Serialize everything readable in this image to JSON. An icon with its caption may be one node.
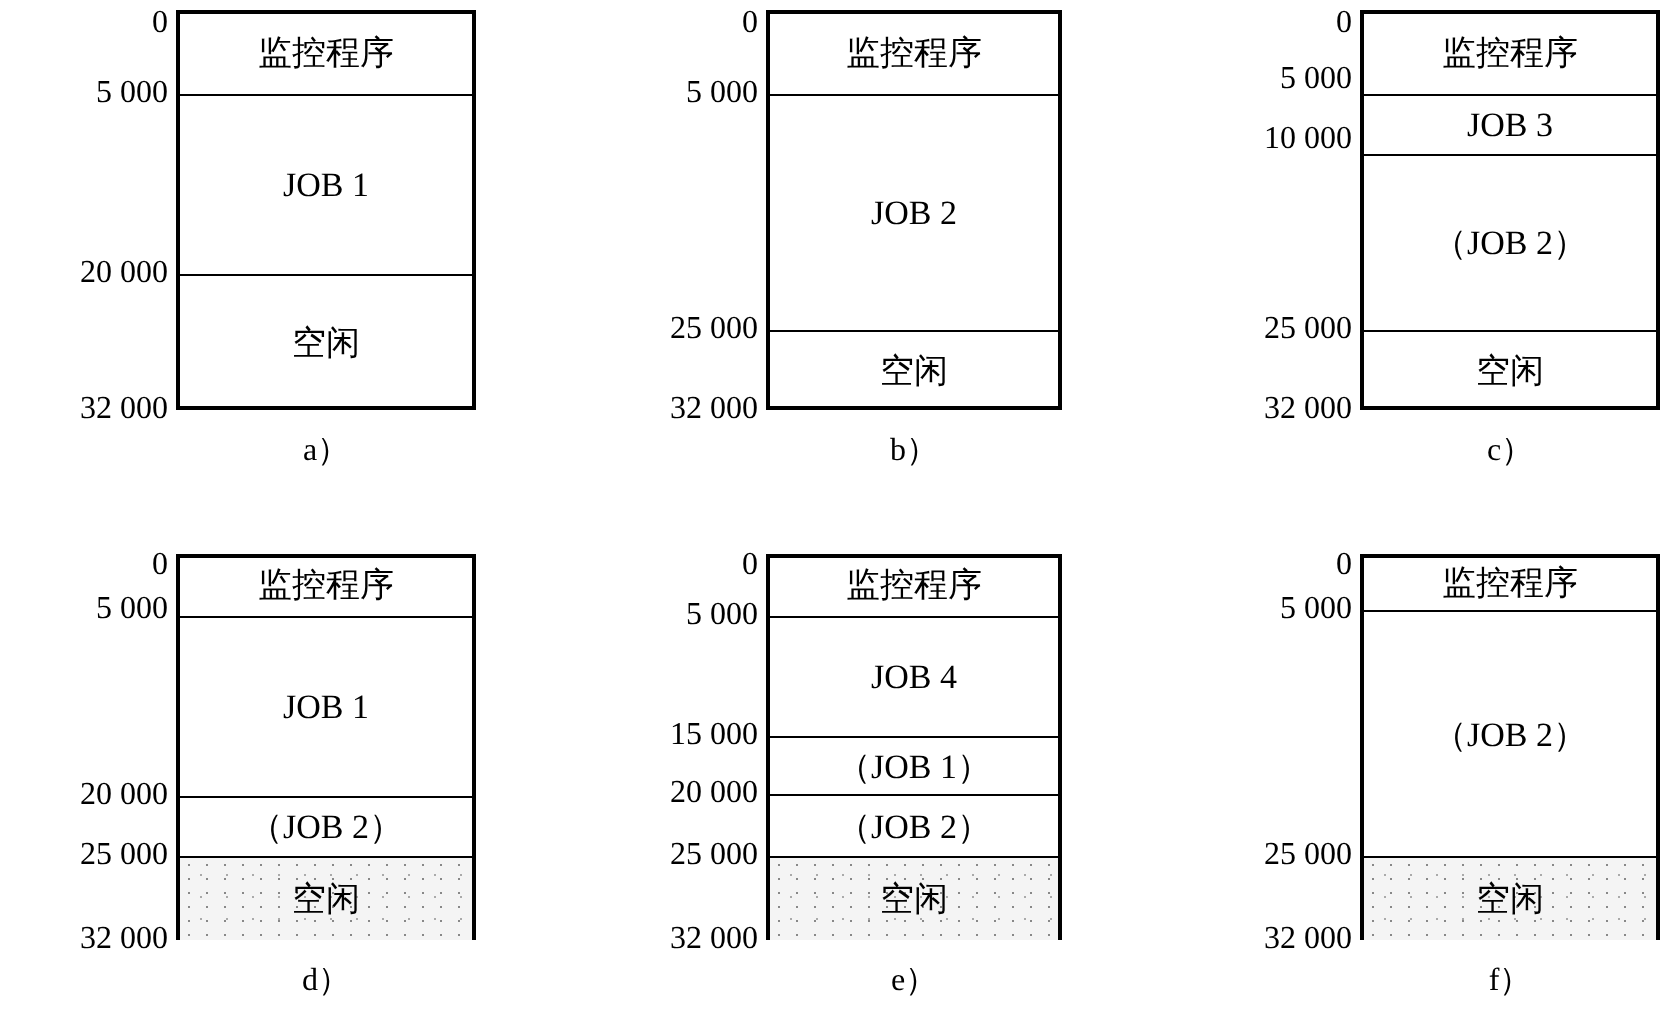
{
  "diagram": {
    "nodes": [
      {
        "text": [
          "监控程序"
        ]
      },
      {
        "text": [
          "JOB 1"
        ]
      },
      {
        "text": [
          "空闲"
        ]
      },
      {
        "text": [
          "监控程序"
        ]
      },
      {
        "text": [
          "JOB 2"
        ]
      },
      {
        "text": [
          "空闲"
        ]
      },
      {
        "text": [
          "监控程序"
        ]
      },
      {
        "text": [
          "JOB 3"
        ]
      },
      {
        "text": [
          "（JOB 2）"
        ]
      },
      {
        "text": [
          "空闲"
        ]
      },
      {
        "text": [
          "监控程序"
        ]
      },
      {
        "text": [
          "JOB 1"
        ]
      },
      {
        "text": [
          "（JOB 2）"
        ]
      },
      {
        "text": [
          "空闲"
        ]
      },
      {
        "text": [
          "监控程序"
        ]
      },
      {
        "text": [
          "JOB 4"
        ]
      },
      {
        "text": [
          "（JOB 1）"
        ]
      },
      {
        "text": [
          "（JOB 2）"
        ]
      },
      {
        "text": [
          "空闲"
        ]
      },
      {
        "text": [
          "监控程序"
        ]
      },
      {
        "text": [
          "（JOB 2）"
        ]
      },
      {
        "text": [
          "空闲"
        ]
      }
    ],
    "labels": [
      "0",
      "5 000",
      "20 000",
      "32 000",
      "a）",
      "0",
      "5 000",
      "25 000",
      "32 000",
      "b）",
      "0",
      "5 000",
      "10 000",
      "25 000",
      "32 000",
      "c）",
      "0",
      "5 000",
      "20 000",
      "25 000",
      "32 000",
      "d）",
      "0",
      "5 000",
      "15 000",
      "20 000",
      "25 000",
      "32 000",
      "e）",
      "0",
      "5 000",
      "25 000",
      "32 000",
      "f）"
    ]
  }
}
